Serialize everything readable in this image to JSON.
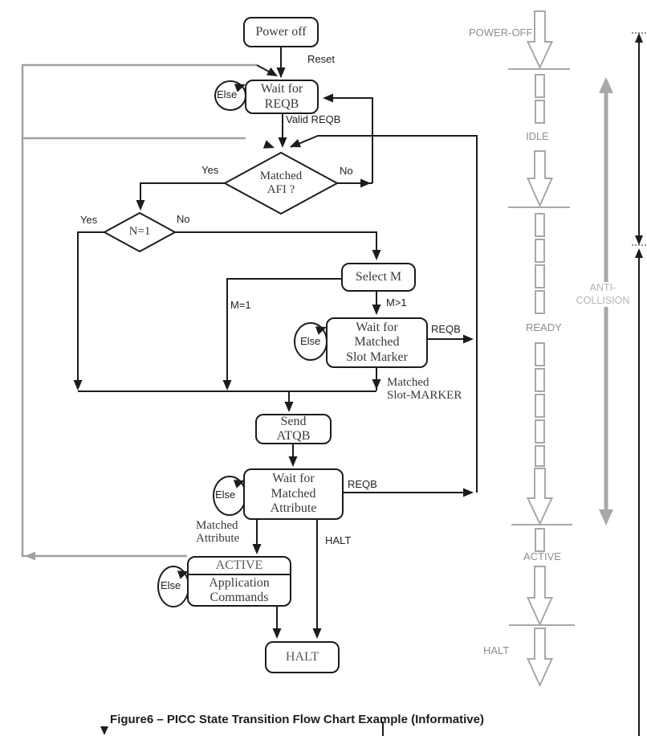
{
  "nodes": {
    "power_off": "Power off",
    "wait_reqb": "Wait for\nREQB",
    "matched_afi": "Matched\nAFI ?",
    "n_eq_1": "N=1",
    "select_m": "Select M",
    "wait_slot_marker": "Wait for\nMatched\nSlot Marker",
    "send_atqb": "Send\nATQB",
    "wait_attribute": "Wait for\nMatched\nAttribute",
    "active_title": "ACTIVE",
    "active_body": "Application\nCommands",
    "halt": "HALT"
  },
  "edges": {
    "reset": "Reset",
    "valid_reqb": "Valid REQB",
    "afi_yes": "Yes",
    "afi_no": "No",
    "n1_yes": "Yes",
    "n1_no": "No",
    "m_eq_1": "M=1",
    "m_gt_1": "M>1",
    "slot_reqb": "REQB",
    "attr_reqb": "REQB",
    "matched_slot_marker": "Matched\nSlot-MARKER",
    "matched_attribute": "Matched\nAttribute",
    "halt": "HALT",
    "else_wait_reqb": "Else",
    "else_slot_marker": "Else",
    "else_attribute": "Else",
    "else_active": "Else"
  },
  "states": {
    "power_off": "POWER-OFF",
    "idle": "IDLE",
    "ready": "READY",
    "active": "ACTIVE",
    "halt": "HALT",
    "anti_collision": "ANTI-\nCOLLISION"
  },
  "caption": "Figure6 – PICC State Transition Flow Chart Example (Informative)",
  "colors": {
    "line": "#1c1c1c",
    "gray": "#a0a0a0",
    "light_gray": "#b5b5b5"
  }
}
